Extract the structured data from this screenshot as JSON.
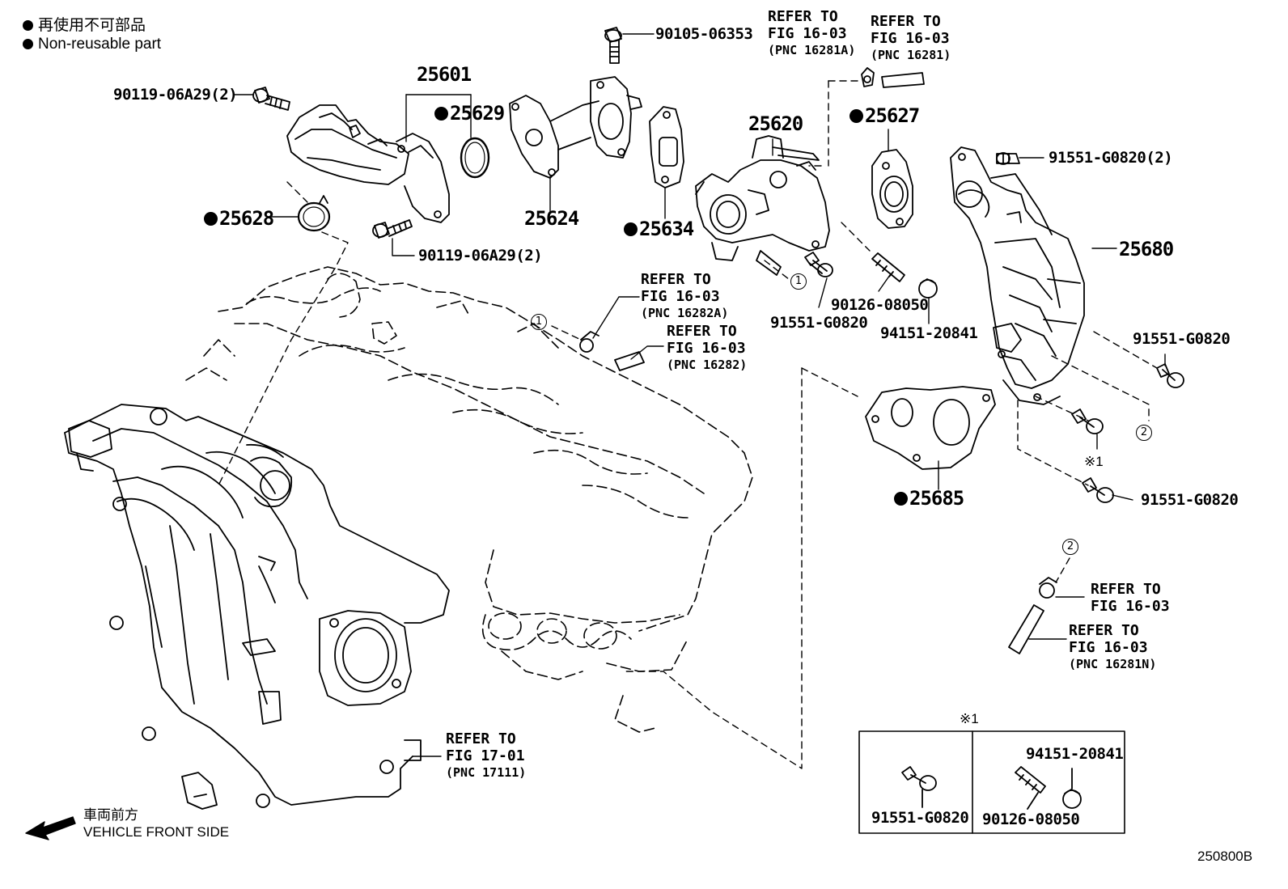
{
  "legend": {
    "jp": "再使用不可部品",
    "en": "Non-reusable part"
  },
  "direction": {
    "jp": "車両前方",
    "en": "VEHICLE FRONT SIDE"
  },
  "diagram_code": "250800B",
  "parts": {
    "p25601": "25601",
    "p25629": "25629",
    "p25628": "25628",
    "p25624": "25624",
    "p25634": "25634",
    "p25620": "25620",
    "p25627": "25627",
    "p25680": "25680",
    "p25685": "25685",
    "b90105": "90105-06353",
    "b90119a": "90119-06A29(2)",
    "b90119b": "90119-06A29(2)",
    "b91551a": "91551-G0820(2)",
    "b91551b": "91551-G0820",
    "b90126": "90126-08050",
    "b94151": "94151-20841",
    "b91551c": "91551-G0820",
    "b91551d": "91551-G0820"
  },
  "refs": {
    "r1": {
      "line1": "REFER TO",
      "line2": "FIG 16-03",
      "pnc": "(PNC 16281A)"
    },
    "r2": {
      "line1": "REFER TO",
      "line2": "FIG 16-03",
      "pnc": "(PNC 16281)"
    },
    "r3": {
      "line1": "REFER TO",
      "line2": "FIG 16-03",
      "pnc": "(PNC 16282A)"
    },
    "r4": {
      "line1": "REFER TO",
      "line2": "FIG 16-03",
      "pnc": "(PNC 16282)"
    },
    "r5": {
      "line1": "REFER TO",
      "line2": "FIG 16-03"
    },
    "r6": {
      "line1": "REFER TO",
      "line2": "FIG 16-03",
      "pnc": "(PNC 16281N)"
    },
    "r7": {
      "line1": "REFER TO",
      "line2": "FIG 17-01",
      "pnc": "(PNC 17111)"
    }
  },
  "markers": {
    "m1": "1",
    "m2": "2",
    "note": "※1"
  },
  "inset": {
    "title": "※1",
    "left_part": "91551-G0820",
    "right_top": "94151-20841",
    "right_bottom": "90126-08050"
  }
}
